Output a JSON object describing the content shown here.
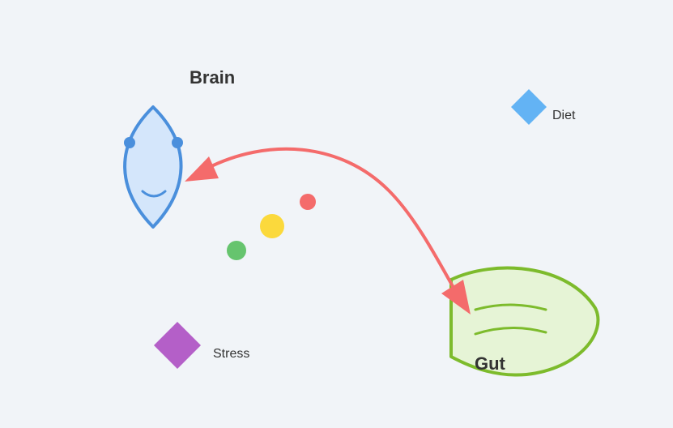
{
  "nodes": {
    "brain": {
      "label": "Brain"
    },
    "gut": {
      "label": "Gut"
    },
    "diet": {
      "label": "Diet"
    },
    "stress": {
      "label": "Stress"
    }
  },
  "colors": {
    "background": "#f1f4f8",
    "brain_stroke": "#4a8fdc",
    "brain_fill": "#d4e6fb",
    "gut_stroke": "#7dbb2c",
    "gut_fill": "#e6f4d6",
    "arrow": "#f46b6b",
    "diet": "#63b3f4",
    "stress": "#b45fc8",
    "dot_red": "#f46b6b",
    "dot_yellow": "#fbd93c",
    "dot_green": "#66c46e"
  },
  "icons": [
    "brain-icon",
    "gut-icon",
    "diet-diamond-icon",
    "stress-diamond-icon",
    "bidirectional-arrow"
  ]
}
